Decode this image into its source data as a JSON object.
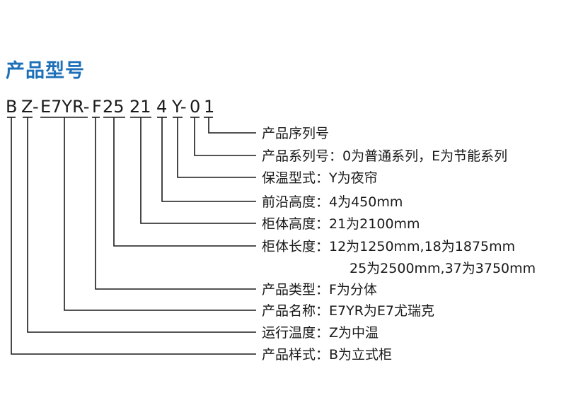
{
  "title": "产品型号",
  "code_segments": [
    "B",
    "Z-",
    "E7YR-",
    "F",
    "25",
    "21",
    "4",
    "Y-",
    "0",
    "1"
  ],
  "descriptions": [
    "产品序列号",
    "产品系列号：0为普通系列，E为节能系列",
    "保温型式：Y为夜帘",
    "前沿高度：4为450mm",
    "柜体高度：21为2100mm",
    "柜体长度：12为1250mm,18为1875mm",
    "25为2500mm,37为3750mm",
    "产品类型：F为分体",
    "产品名称：E7YR为E7尤瑞克",
    "运行温度：Z为中温",
    "产品样式：B为立式柜"
  ],
  "colors": {
    "title": "#1d70b8",
    "text": "#1a1a1a"
  }
}
